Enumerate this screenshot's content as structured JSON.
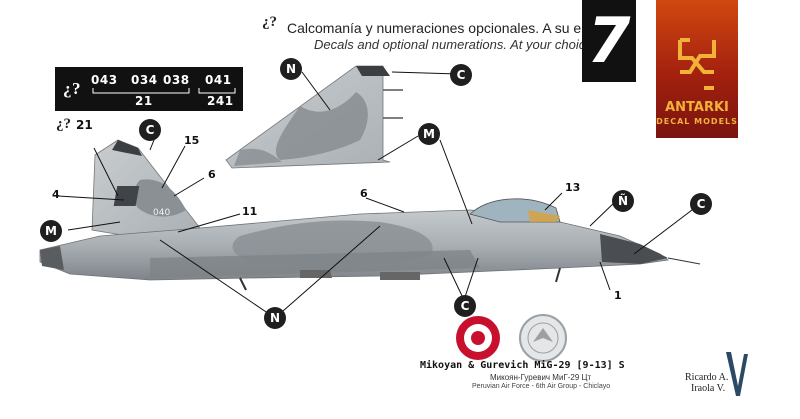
{
  "header": {
    "question_mark": "¿?",
    "spanish": "Calcomanía y numeraciones opcionales. A su elección.",
    "english": "Decals and optional numerations. At your choice.",
    "page_number": "7"
  },
  "logo": {
    "brand": "ANTARKI",
    "sub": "DECAL MODELS"
  },
  "number_box": {
    "question_mark": "¿?",
    "row1": [
      "043",
      "034",
      "038",
      "041"
    ],
    "row2": [
      "21",
      "241"
    ]
  },
  "tail_question": {
    "question_mark": "¿?",
    "value": "21"
  },
  "plane_marking": "040",
  "callouts": {
    "c_topview": "C",
    "n_topview": "N",
    "m_topview": "M",
    "c_tail": "C",
    "m_left": "M",
    "n_bottom": "N",
    "c_bottom": "C",
    "c_nose": "C",
    "enye": "Ñ",
    "n4": "4",
    "n15": "15",
    "n6a": "6",
    "n11": "11",
    "n6b": "6",
    "n13": "13",
    "n1": "1"
  },
  "caption": {
    "title": "Mikoyan & Gurevich MiG-29 [9-13] S",
    "russian": "Микоян-Гуревич МиГ-29 Цт",
    "subtitle": "Peruvian Air Force - 6th Air Group - Chiclayo"
  },
  "signature": {
    "line1": "Ricardo A.",
    "line2": "Iraola V."
  },
  "colors": {
    "camo_light": "#b3b9bc",
    "camo_dark": "#8b9095",
    "logo_bg": "#b8290f",
    "logo_text": "#f2b23a",
    "roundel_red": "#c8102e"
  }
}
